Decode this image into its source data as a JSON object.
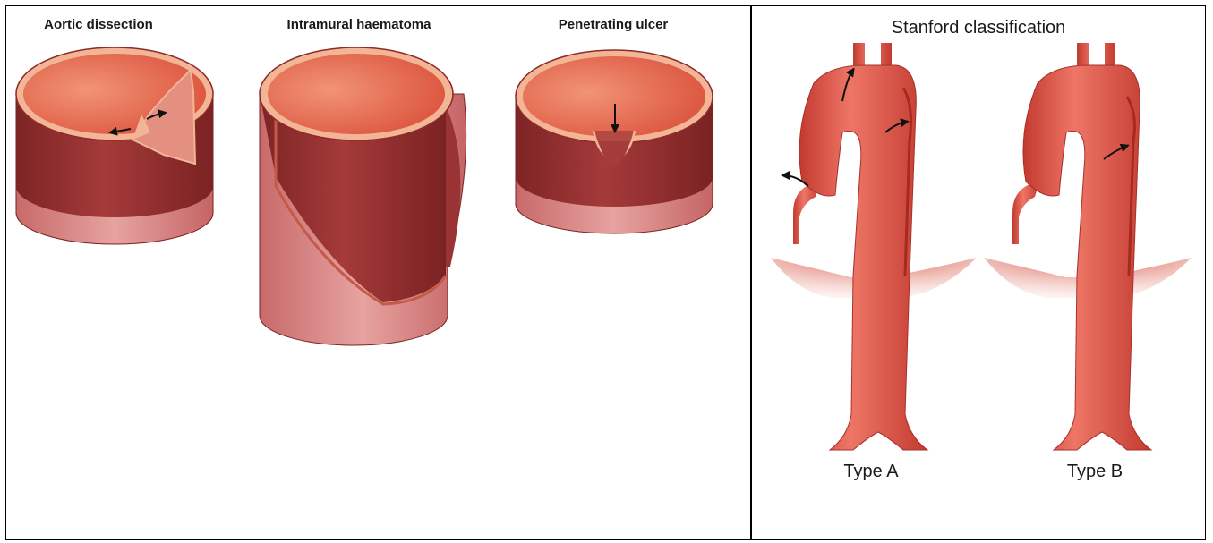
{
  "left_panel": {
    "captions": {
      "dissection": "Aortic dissection",
      "haematoma": "Intramural haematoma",
      "ulcer": "Penetrating ulcer"
    }
  },
  "right_panel": {
    "title": "Stanford classification",
    "type_a": "Type A",
    "type_b": "Type B"
  },
  "colors": {
    "outer_dark": "#8e2a2a",
    "outer_light": "#d98c8c",
    "lumen": "#e8745a",
    "rim": "#f2b596",
    "artery": "#d94a3c",
    "arrow": "#111111"
  }
}
